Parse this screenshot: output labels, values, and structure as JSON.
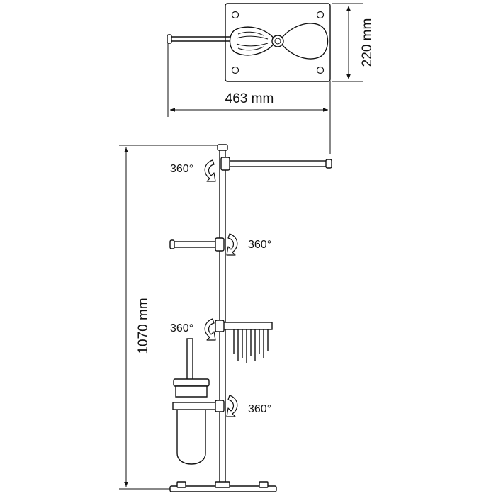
{
  "dimensions": {
    "width_label": "463 mm",
    "depth_label": "220 mm",
    "height_label": "1070 mm"
  },
  "rotation_label": "360°",
  "colors": {
    "line": "#111111",
    "background": "#ffffff"
  }
}
